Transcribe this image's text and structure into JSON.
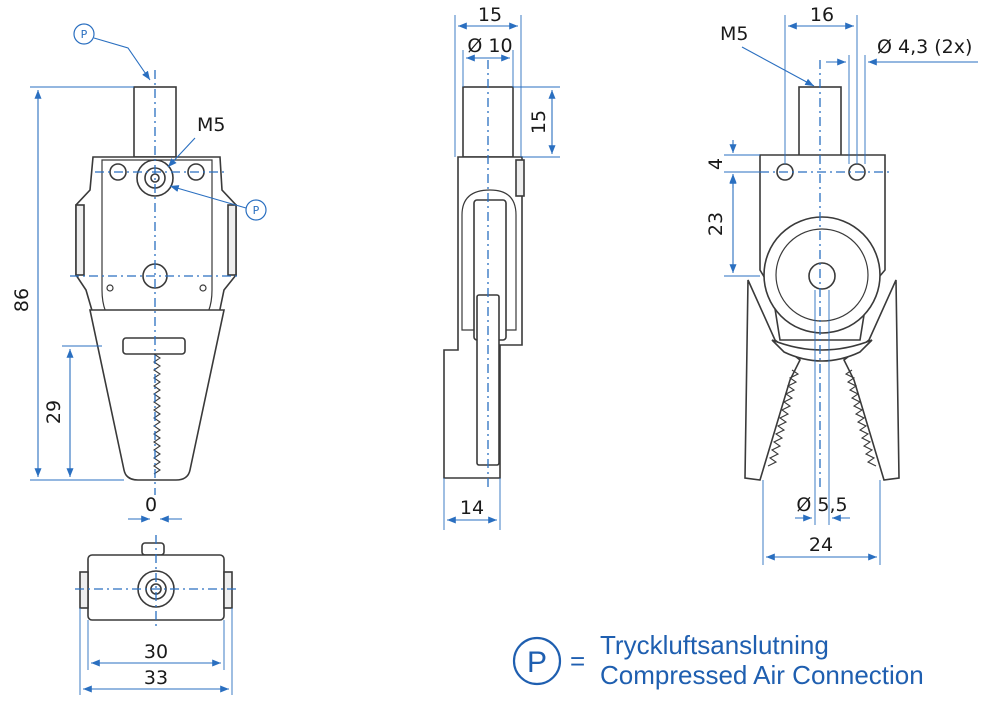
{
  "dimensions": {
    "left_view": {
      "height_total": "86",
      "height_jaw": "29",
      "thread_label": "M5",
      "offset_label": "0"
    },
    "bottom_view": {
      "width_inner": "30",
      "width_outer": "33"
    },
    "middle_view": {
      "width_top": "15",
      "pin_diameter": "Ø 10",
      "pin_height": "15",
      "base_width": "14"
    },
    "right_view": {
      "thread_label": "M5",
      "hole_spacing": "16",
      "hole_diameter": "Ø 4,3 (2x)",
      "dim_upper": "4",
      "dim_mid": "23",
      "center_hole": "Ø 5,5",
      "jaw_width": "24"
    }
  },
  "callouts": {
    "symbol": "P"
  },
  "legend": {
    "symbol": "P",
    "equals": "=",
    "line1": "Tryckluftsanslutning",
    "line2": "Compressed Air Connection"
  },
  "colors": {
    "dimension_blue": "#2a6fc0",
    "legend_blue": "#1f5fb0",
    "outline": "#3a3a3a"
  }
}
